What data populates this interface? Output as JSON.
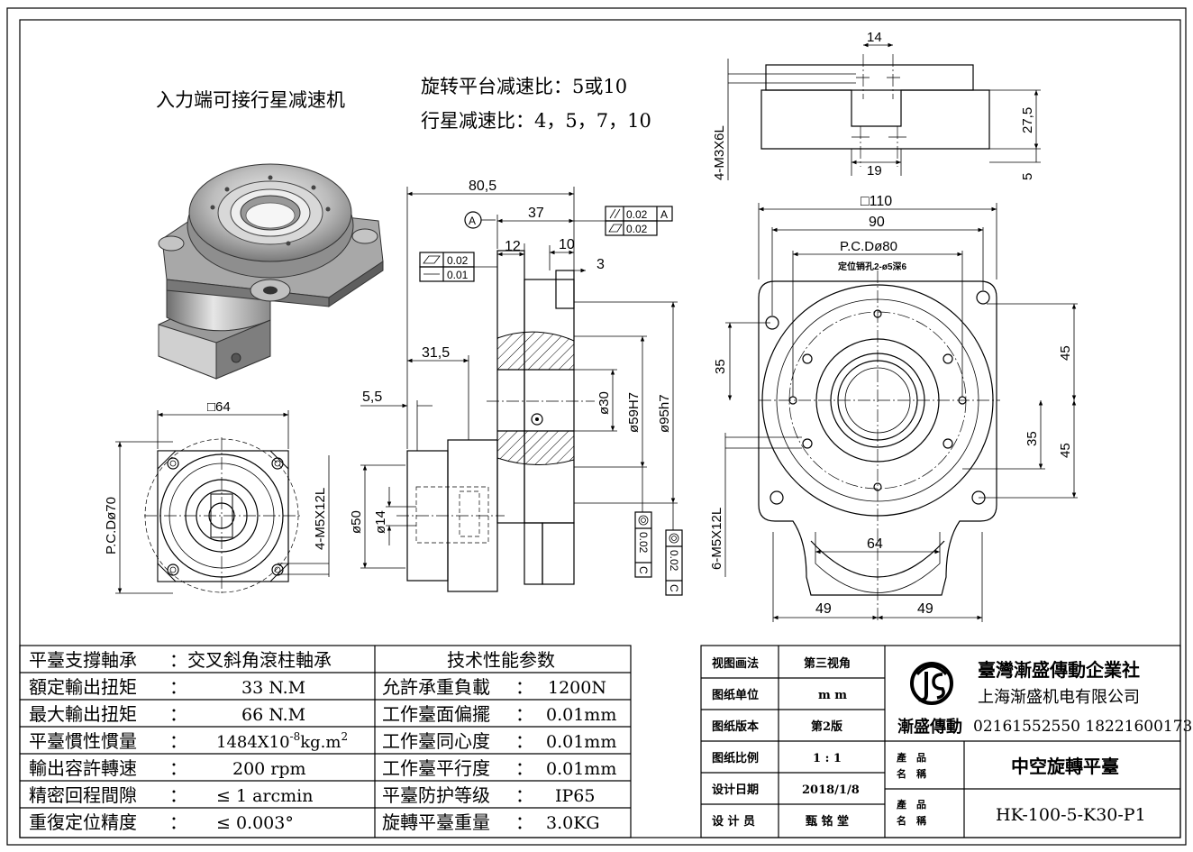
{
  "notes": {
    "title": "入力端可接行星减速机",
    "rotary_ratio": "旋转平台减速比：5或10",
    "planetary_ratio": "行星减速比：4，5，7，10"
  },
  "dims": {
    "top_14": "14",
    "top_27_5": "27,5",
    "top_5": "5",
    "top_19": "19",
    "top_thread": "4-M3X6L",
    "side_80_5": "80,5",
    "side_37": "37",
    "side_12": "12",
    "side_10": "10",
    "side_3": "3",
    "side_31_5": "31,5",
    "side_5_5": "5,5",
    "side_d30": "ø30",
    "side_d59": "ø59H7",
    "side_d95": "ø95h7",
    "side_d50": "ø50",
    "side_d14": "ø14",
    "datum_a": "A",
    "flat_val": "0.02",
    "straight_val": "0.01",
    "par_val": "0.02",
    "par_ref": "A",
    "flat2_val": "0.02",
    "conc1_val": "0.02",
    "conc1_ref": "C",
    "conc2_val": "0.02",
    "conc2_ref": "C",
    "front_110": "□110",
    "front_90": "90",
    "front_pcd80": "P.C.Dø80",
    "front_pin": "定位销孔2-ø5深6",
    "front_35a": "35",
    "front_35b": "35",
    "front_45a": "45",
    "front_45b": "45",
    "front_64": "64",
    "front_49a": "49",
    "front_49b": "49",
    "front_thread": "6-M5X12L",
    "flange_64": "□64",
    "flange_pcd70": "P.C.Dø70",
    "flange_thread": "4-M5X12L"
  },
  "specs": {
    "left": [
      {
        "label": "平臺支撐軸承",
        "sep": "：",
        "value": "交叉斜角滾柱軸承"
      },
      {
        "label": "額定輸出扭矩",
        "sep": "：",
        "value": "33 N.M"
      },
      {
        "label": "最大輸出扭矩",
        "sep": "：",
        "value": "66 N.M"
      },
      {
        "label": "平臺慣性慣量",
        "sep": "：",
        "value": "1484X10",
        "sup": "-8",
        "value2": "kg.m",
        "sup2": "2"
      },
      {
        "label": "輸出容許轉速",
        "sep": "：",
        "value": "200 rpm"
      },
      {
        "label": "精密回程間隙",
        "sep": "：",
        "value": "≤ 1 arcmin"
      },
      {
        "label": "重復定位精度",
        "sep": "：",
        "value": "≤ 0.003°"
      }
    ],
    "right_header": "技术性能参数",
    "right": [
      {
        "label": "允許承重負載",
        "sep": "：",
        "value": "1200N"
      },
      {
        "label": "工作臺面偏擺",
        "sep": "：",
        "value": "0.01mm"
      },
      {
        "label": "工作臺同心度",
        "sep": "：",
        "value": "0.01mm"
      },
      {
        "label": "工作臺平行度",
        "sep": "：",
        "value": "0.01mm"
      },
      {
        "label": "平臺防护等级",
        "sep": "：",
        "value": "IP65"
      },
      {
        "label": "旋轉平臺重量",
        "sep": "：",
        "value": "3.0KG"
      }
    ]
  },
  "titleblock": {
    "rows": [
      {
        "label": "视图画法",
        "value": "第三视角"
      },
      {
        "label": "图纸单位",
        "value": "m m"
      },
      {
        "label": "图纸版本",
        "value": "第2版"
      },
      {
        "label": "图纸比例",
        "value": "1 : 1"
      },
      {
        "label": "设计日期",
        "value": "2018/1/8"
      },
      {
        "label": "设 计 员",
        "value": "甄 铭 堂"
      }
    ],
    "company_tw": "臺灣漸盛傳動企業社",
    "company_sh": "上海渐盛机电有限公司",
    "brand": "漸盛傳動",
    "phone": "02161552550 18221600173",
    "product_label_top": "產　品",
    "product_label_bottom": "名　稱",
    "product_name": "中空旋轉平臺",
    "model_label_top": "產　品",
    "model_label_bottom": "名　稱",
    "model": "HK-100-5-K30-P1"
  }
}
